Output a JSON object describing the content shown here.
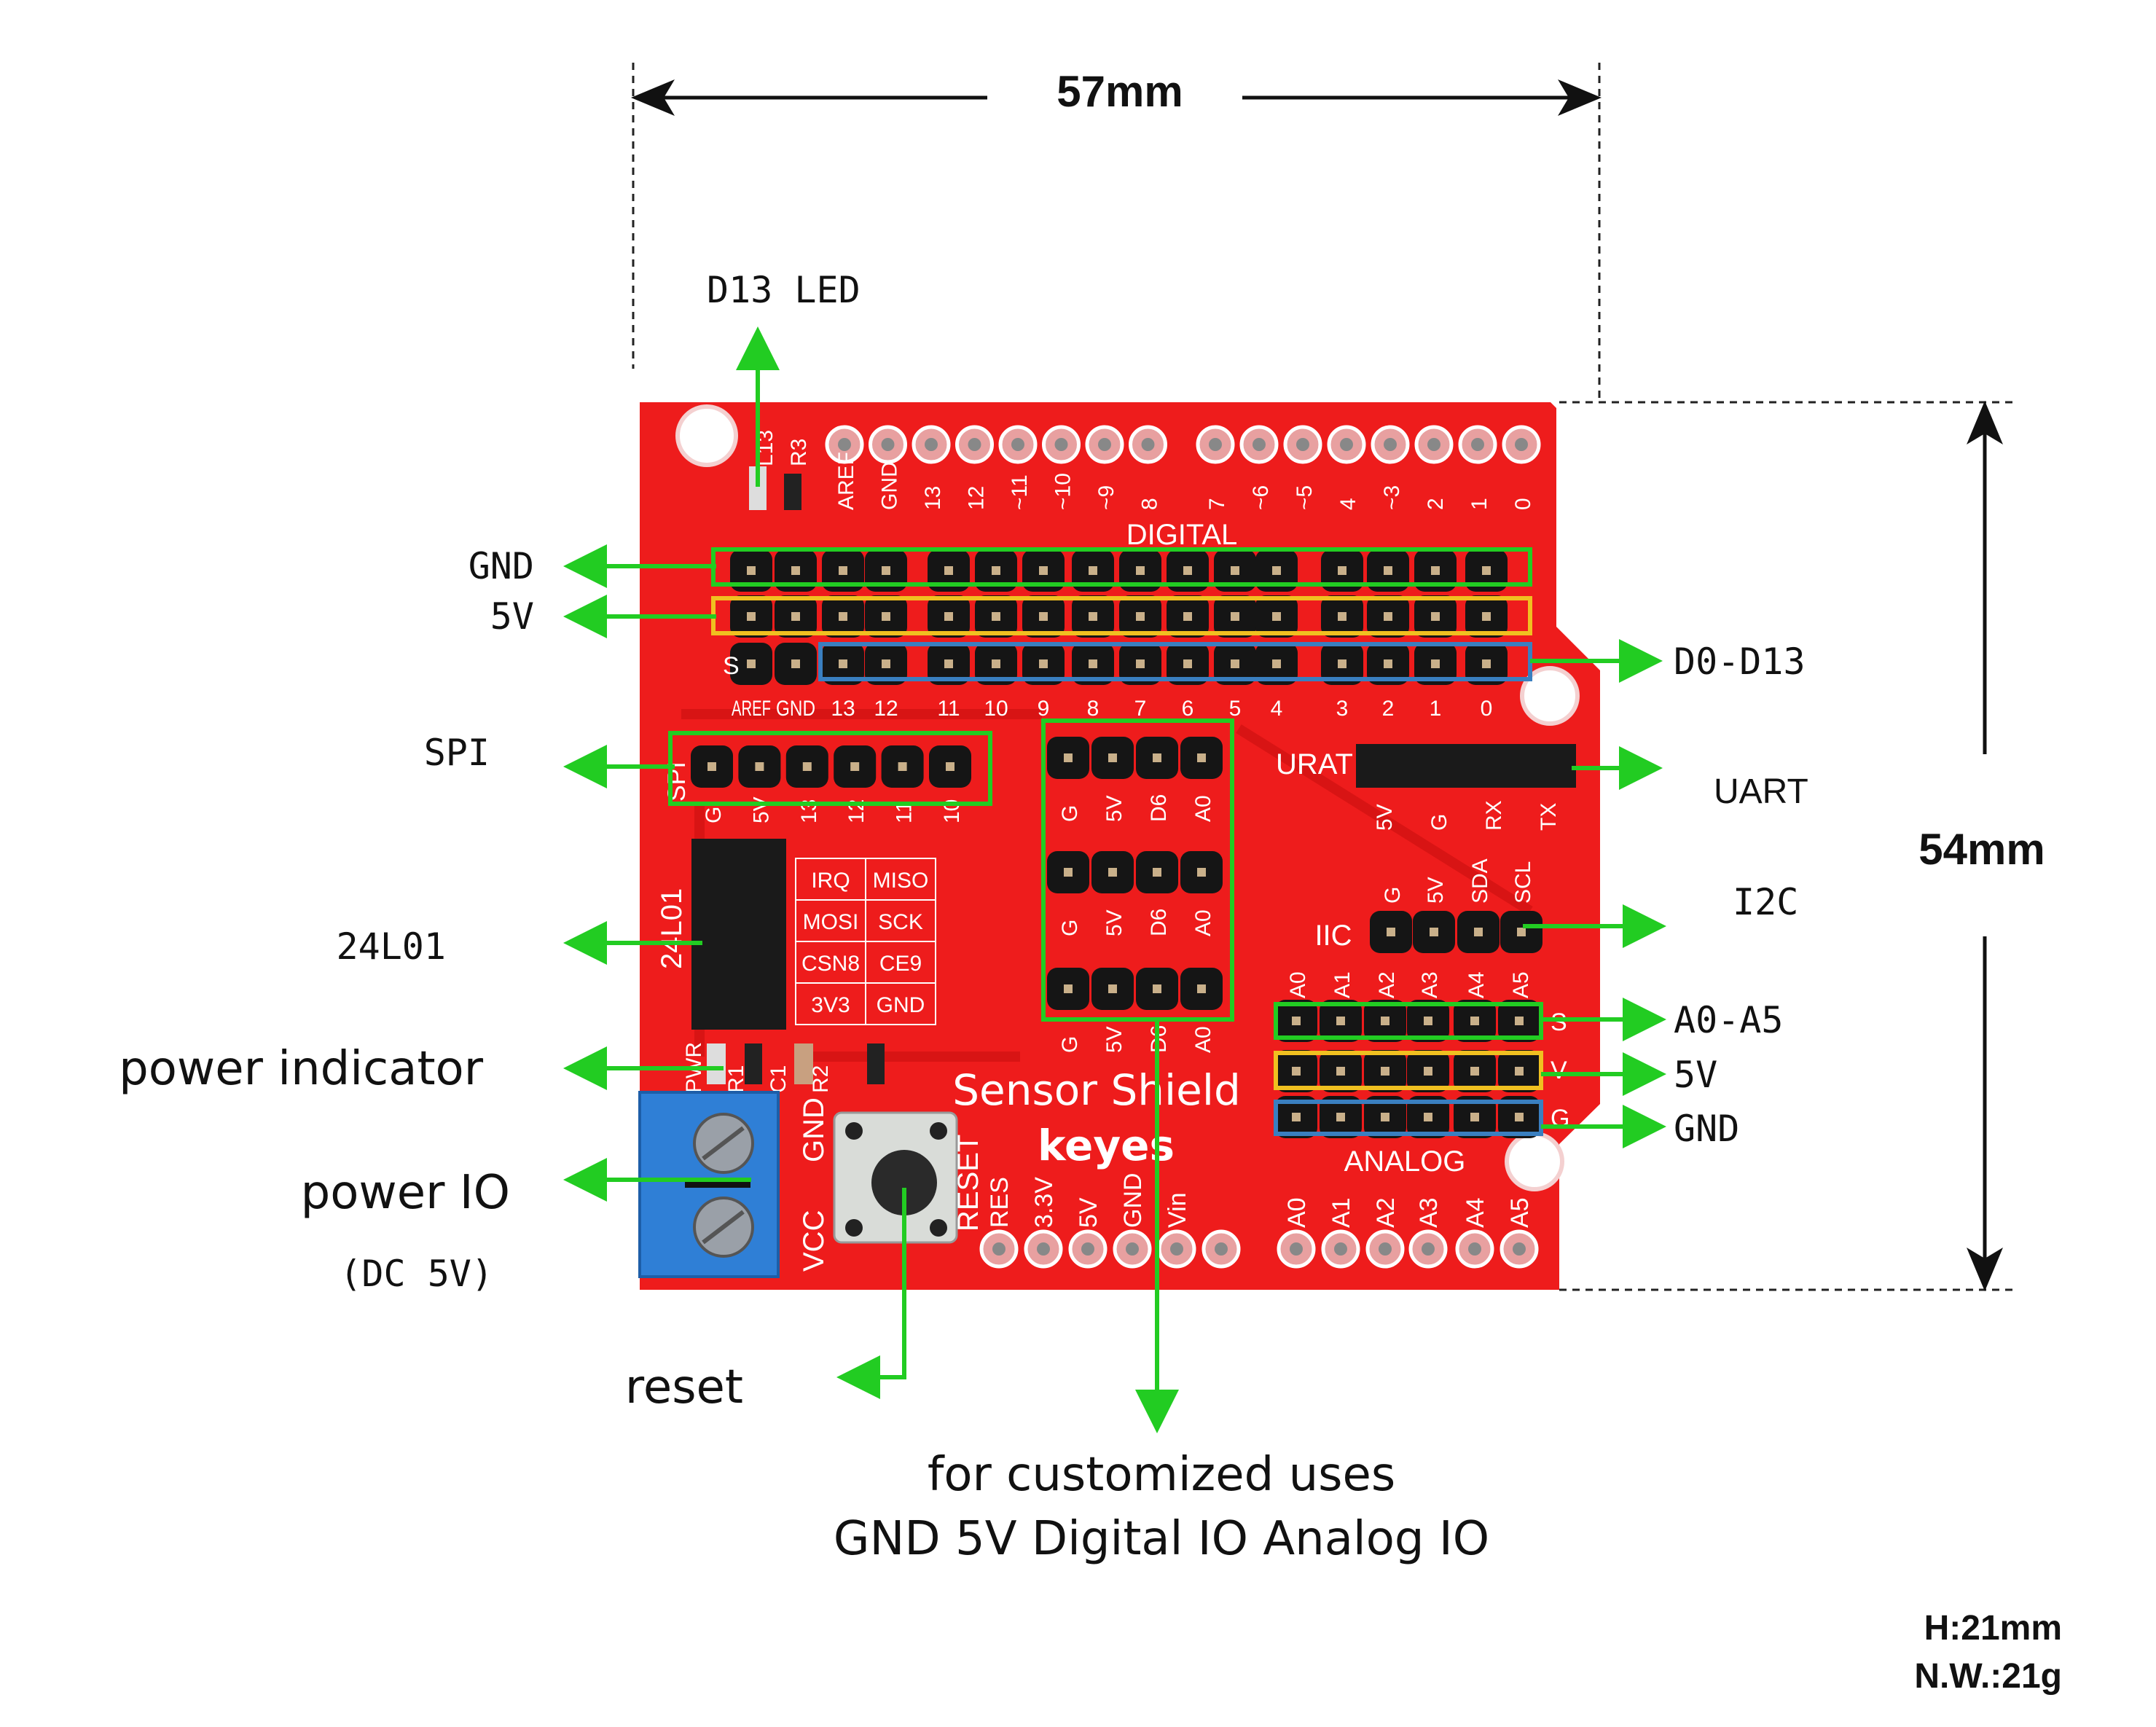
{
  "dimensions": {
    "width": "57mm",
    "height": "54mm",
    "thickness": "H:21mm",
    "weight": "N.W.:21g"
  },
  "colors": {
    "board": "#ee1c1c",
    "arrow": "#22cc22",
    "gnd_box": "#22cc22",
    "v5_box": "#f0c020",
    "signal_box": "#3a7fc0",
    "terminal": "#2f7fd6"
  },
  "callouts": {
    "d13_led": "D13  LED",
    "gnd": "GND",
    "v5": "5V",
    "spi": "SPI",
    "nrf": "24L01",
    "power_indicator": "power indicator",
    "power_io": "power IO",
    "power_io_note": "(DC 5V)",
    "reset": "reset",
    "custom_line1": "for customized uses",
    "custom_line2": "GND 5V Digital IO Analog IO",
    "d0_d13": "D0-D13",
    "uart": "UART",
    "i2c": "I2C",
    "a0_a5": "A0-A5",
    "analog_5v": "5V",
    "analog_gnd": "GND"
  },
  "board": {
    "top_pins": [
      "AREF",
      "GND",
      "13",
      "12",
      "~11",
      "~10",
      "~9",
      "8",
      "7",
      "~6",
      "~5",
      "4",
      "~3",
      "2",
      "1",
      "0"
    ],
    "digital": "DIGITAL",
    "header_labels": [
      "AREF",
      "GND",
      "13",
      "12",
      "11",
      "10",
      "9",
      "8",
      "7",
      "6",
      "5",
      "4",
      "3",
      "2",
      "1",
      "0"
    ],
    "s_mark": "S",
    "led_labels": [
      "L13",
      "R3"
    ],
    "spi_title": "SPI",
    "spi_pins": [
      "G",
      "5V",
      "13",
      "12",
      "11",
      "10"
    ],
    "nrf_title": "24L01",
    "nrf_table": [
      [
        "IRQ",
        "MISO"
      ],
      [
        "MOSI",
        "SCK"
      ],
      [
        "CSN8",
        "CE9"
      ],
      [
        "3V3",
        "GND"
      ]
    ],
    "custom_pins": [
      "G",
      "5V",
      "D6",
      "A0"
    ],
    "uart_title": "URAT",
    "uart_pins": [
      "5V",
      "G",
      "RX",
      "TX"
    ],
    "iic_title": "IIC",
    "iic_pins": [
      "G",
      "5V",
      "SDA",
      "SCL"
    ],
    "analog_pins": [
      "A0",
      "A1",
      "A2",
      "A3",
      "A4",
      "A5"
    ],
    "analog_side": [
      "S",
      "V",
      "G"
    ],
    "analog_title": "ANALOG",
    "power_pins": [
      "RES",
      "3.3V",
      "5V",
      "GND",
      "Vin"
    ],
    "power_parts": [
      "PWR",
      "R1",
      "C1",
      "R2"
    ],
    "terminal_labels": [
      "VCC",
      "GND"
    ],
    "reset_label": "RESET",
    "title": "Sensor Shield",
    "brand": "keyes"
  }
}
